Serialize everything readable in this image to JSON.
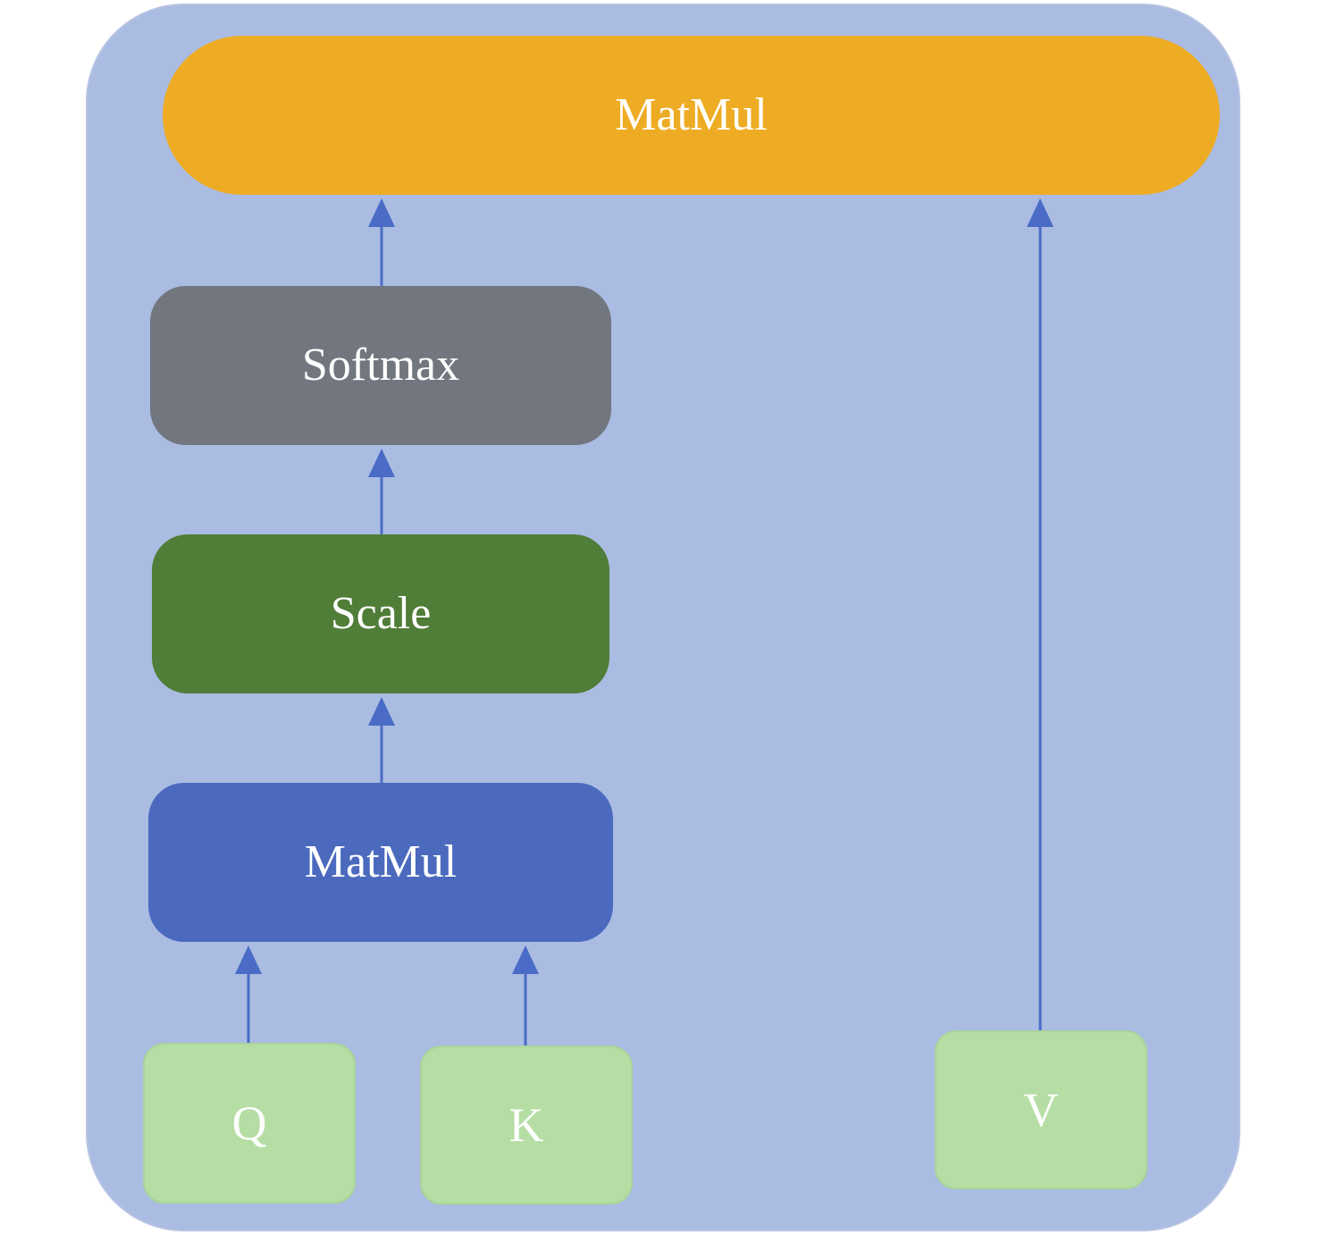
{
  "colors": {
    "background": "#ffffff",
    "panel": "#aabce2",
    "matmul_top": "#eeac24",
    "softmax": "#72767e",
    "scale": "#507d37",
    "matmul_bottom": "#4b6abe",
    "inputs": "#b6dda4",
    "arrow": "#4a6cc6",
    "text": "#ffffff"
  },
  "blocks": {
    "matmul_top": "MatMul",
    "softmax": "Softmax",
    "scale": "Scale",
    "matmul_bottom": "MatMul"
  },
  "inputs": {
    "q": "Q",
    "k": "K",
    "v": "V"
  },
  "edges": [
    {
      "from": "q",
      "to": "matmul_bottom"
    },
    {
      "from": "k",
      "to": "matmul_bottom"
    },
    {
      "from": "matmul_bottom",
      "to": "scale"
    },
    {
      "from": "scale",
      "to": "softmax"
    },
    {
      "from": "softmax",
      "to": "matmul_top"
    },
    {
      "from": "v",
      "to": "matmul_top"
    }
  ]
}
